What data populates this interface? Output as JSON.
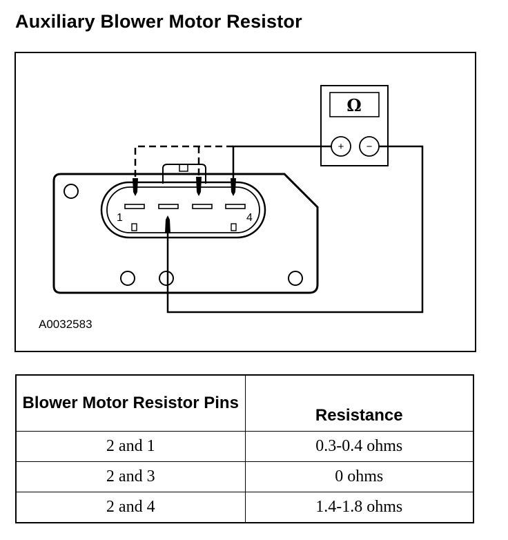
{
  "title": "Auxiliary Blower Motor Resistor",
  "figure": {
    "id": "A0032583",
    "meter": {
      "display_symbol": "Ω",
      "positive_label": "+",
      "negative_label": "−"
    },
    "pin_labels": {
      "first": "1",
      "last": "4"
    }
  },
  "table": {
    "headers": [
      "Blower Motor Resistor Pins",
      "Resistance"
    ],
    "rows": [
      {
        "pins": "2 and 1",
        "resistance": "0.3-0.4 ohms"
      },
      {
        "pins": "2 and 3",
        "resistance": "0 ohms"
      },
      {
        "pins": "2 and 4",
        "resistance": "1.4-1.8 ohms"
      }
    ]
  }
}
